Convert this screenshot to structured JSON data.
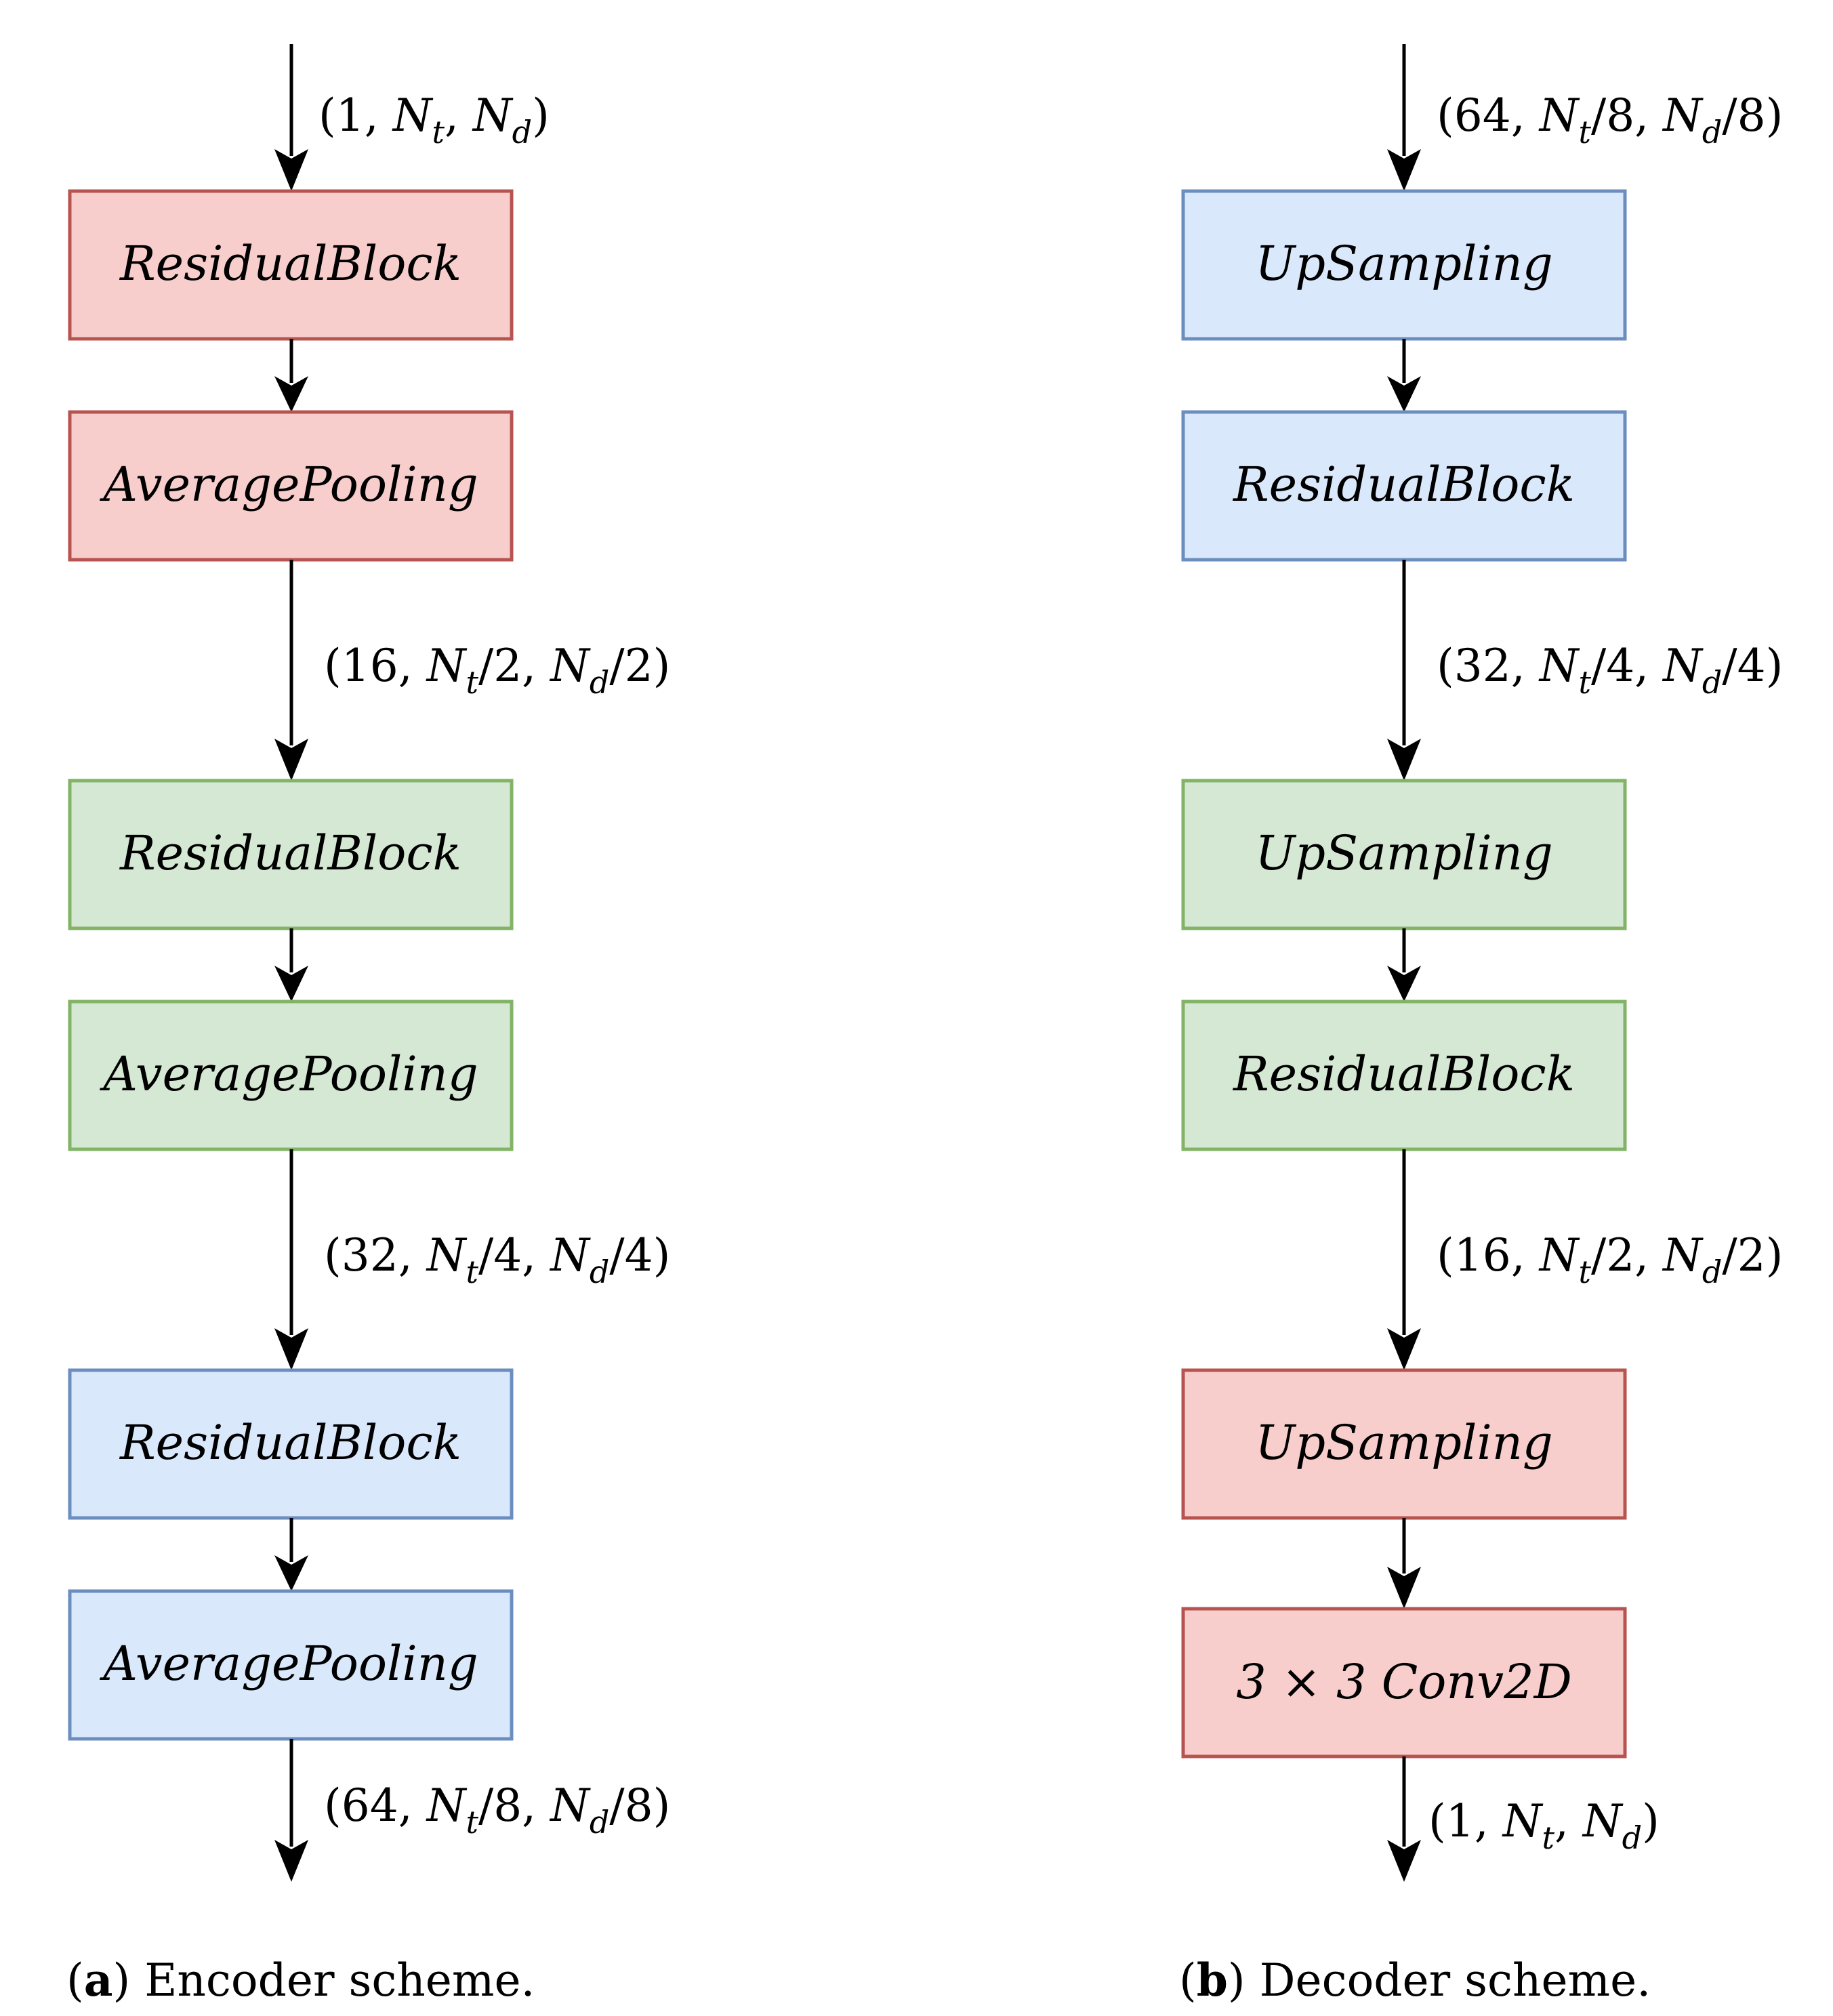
{
  "colors": {
    "red_fill": "#f8cecc",
    "red_stroke": "#b85450",
    "green_fill": "#d5e8d4",
    "green_stroke": "#82b366",
    "blue_fill": "#dae8fc",
    "blue_stroke": "#6c8ebf"
  },
  "encoder": {
    "input_dim": {
      "prefix": "(1, ",
      "nt": "N",
      "nt_sub": "t",
      "sep": ", ",
      "nd": "N",
      "nd_sub": "d",
      "suffix": ")"
    },
    "blocks": [
      {
        "label": "ResidualBlock",
        "color": "red"
      },
      {
        "label": "AveragePooling",
        "color": "red"
      },
      {
        "label": "ResidualBlock",
        "color": "green"
      },
      {
        "label": "AveragePooling",
        "color": "green"
      },
      {
        "label": "ResidualBlock",
        "color": "blue"
      },
      {
        "label": "AveragePooling",
        "color": "blue"
      }
    ],
    "dims": [
      {
        "prefix": "(16, ",
        "nt": "N",
        "nt_sub": "t",
        "mid": "/2, ",
        "nd": "N",
        "nd_sub": "d",
        "suffix": "/2)"
      },
      {
        "prefix": "(32, ",
        "nt": "N",
        "nt_sub": "t",
        "mid": "/4, ",
        "nd": "N",
        "nd_sub": "d",
        "suffix": "/4)"
      },
      {
        "prefix": "(64, ",
        "nt": "N",
        "nt_sub": "t",
        "mid": "/8, ",
        "nd": "N",
        "nd_sub": "d",
        "suffix": "/8)"
      }
    ],
    "caption": {
      "letter": "a",
      "text": " Encoder scheme."
    }
  },
  "decoder": {
    "input_dim": {
      "prefix": "(64, ",
      "nt": "N",
      "nt_sub": "t",
      "mid": "/8, ",
      "nd": "N",
      "nd_sub": "d",
      "suffix": "/8)"
    },
    "blocks": [
      {
        "label": "UpSampling",
        "color": "blue"
      },
      {
        "label": "ResidualBlock",
        "color": "blue"
      },
      {
        "label": "UpSampling",
        "color": "green"
      },
      {
        "label": "ResidualBlock",
        "color": "green"
      },
      {
        "label": "UpSampling",
        "color": "red"
      },
      {
        "label": "3 × 3 Conv2D",
        "color": "red"
      }
    ],
    "dims": [
      {
        "prefix": "(32, ",
        "nt": "N",
        "nt_sub": "t",
        "mid": "/4, ",
        "nd": "N",
        "nd_sub": "d",
        "suffix": "/4)"
      },
      {
        "prefix": "(16, ",
        "nt": "N",
        "nt_sub": "t",
        "mid": "/2, ",
        "nd": "N",
        "nd_sub": "d",
        "suffix": "/2)"
      },
      {
        "prefix": "(1, ",
        "nt": "N",
        "nt_sub": "t",
        "mid": ", ",
        "nd": "N",
        "nd_sub": "d",
        "suffix": ")"
      }
    ],
    "caption": {
      "letter": "b",
      "text": " Decoder scheme."
    }
  }
}
